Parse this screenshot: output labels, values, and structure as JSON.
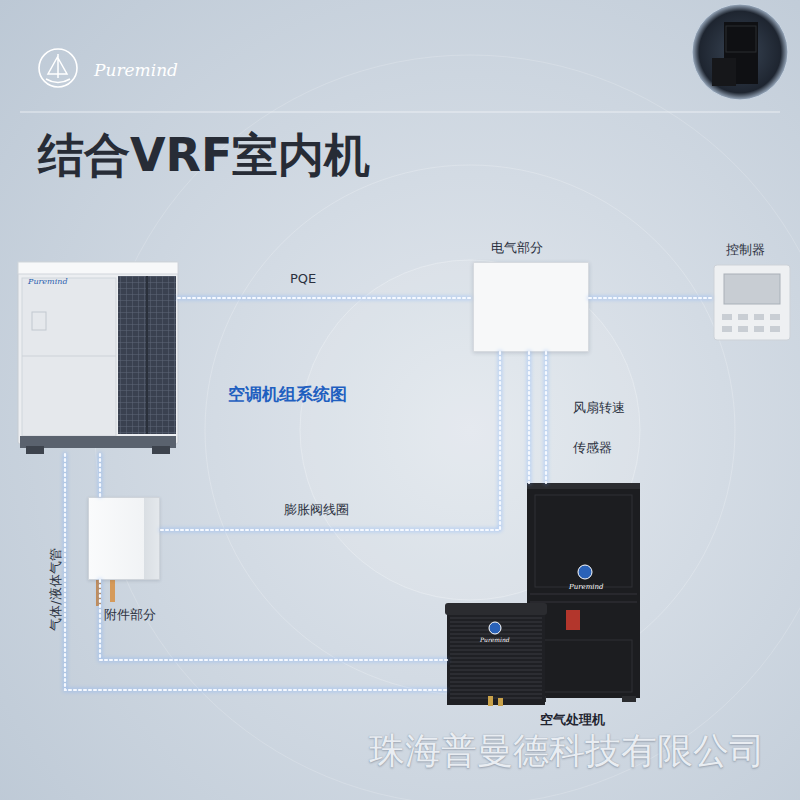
{
  "diagram": {
    "title": "结合VRF室内机",
    "nodes": [
      {
        "text": [
          "Puremind"
        ]
      },
      {
        "text": [
          "电气部分"
        ]
      },
      {
        "text": [
          "控制器"
        ]
      },
      {
        "text": [
          "附件部分"
        ]
      },
      {
        "text": [
          "Puremind",
          "空气处理机"
        ]
      }
    ],
    "edges": [
      {
        "from": 0,
        "to": 1,
        "arrow": "none",
        "label": "PQE"
      },
      {
        "from": 1,
        "to": 2,
        "arrow": "none"
      },
      {
        "from": 1,
        "to": 3,
        "arrow": "none",
        "label": "膨胀阀线圈"
      },
      {
        "from": 1,
        "to": 4,
        "arrow": "none",
        "label": "风扇转速"
      },
      {
        "from": 1,
        "to": 4,
        "arrow": "none",
        "label": "传感器"
      },
      {
        "from": 0,
        "to": 3,
        "arrow": "none"
      },
      {
        "from": 3,
        "to": 4,
        "arrow": "none"
      },
      {
        "from": 0,
        "to": 4,
        "arrow": "none",
        "label": "气体/液体气管"
      }
    ],
    "labels": [
      "Puremind",
      "空调机组系统图",
      "Puremind",
      "珠海普曼德科技有限公司"
    ]
  }
}
